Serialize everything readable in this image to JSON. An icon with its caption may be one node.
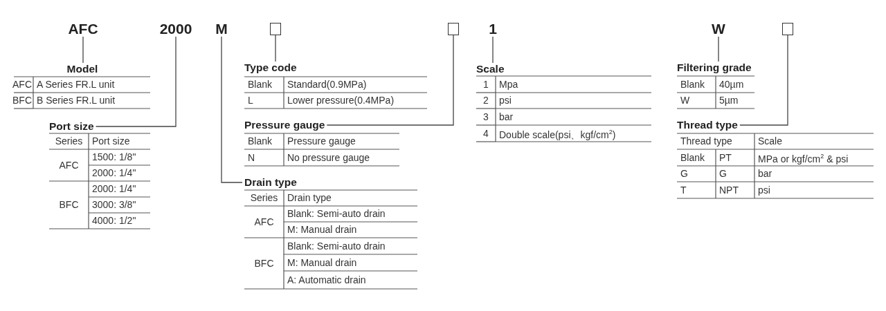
{
  "diagram": {
    "nodes": [
      {
        "text": [
          "AFC"
        ]
      },
      {
        "text": [
          "2000"
        ]
      },
      {
        "text": [
          "M"
        ]
      },
      {
        "text": [],
        "shape": "box"
      },
      {
        "text": [],
        "shape": "box"
      },
      {
        "text": [
          "1"
        ]
      },
      {
        "text": [
          "W"
        ]
      },
      {
        "text": [],
        "shape": "box"
      },
      {
        "text": [
          "Model"
        ]
      },
      {
        "text": [
          "Port size"
        ]
      },
      {
        "text": [
          "Type code"
        ]
      },
      {
        "text": [
          "Pressure gauge"
        ]
      },
      {
        "text": [
          "Drain type"
        ]
      },
      {
        "text": [
          "Scale"
        ]
      },
      {
        "text": [
          "Filtering grade"
        ]
      },
      {
        "text": [
          "Thread type"
        ]
      }
    ],
    "edges": [
      {
        "from": 0,
        "to": 8,
        "arrow": "none"
      },
      {
        "from": 1,
        "to": 9,
        "arrow": "none"
      },
      {
        "from": 2,
        "to": 12,
        "arrow": "none"
      },
      {
        "from": 3,
        "to": 10,
        "arrow": "none"
      },
      {
        "from": 4,
        "to": 11,
        "arrow": "none"
      },
      {
        "from": 5,
        "to": 13,
        "arrow": "none"
      },
      {
        "from": 6,
        "to": 14,
        "arrow": "none"
      },
      {
        "from": 7,
        "to": 15,
        "arrow": "none"
      }
    ],
    "labels": [
      "AFC",
      "A Series FR.L unit",
      "BFC",
      "B Series FR.L unit",
      "Series",
      "Port size",
      "AFC",
      "1500: 1/8\"",
      "2000: 1/4\"",
      "BFC",
      "2000: 1/4\"",
      "3000: 3/8\"",
      "4000: 1/2\"",
      "Blank",
      "Standard(0.9MPa)",
      "L",
      "Lower pressure(0.4MPa)",
      "Blank",
      "Pressure gauge",
      "N",
      "No pressure gauge",
      "Series",
      "Drain type",
      "AFC",
      "Blank: Semi-auto drain",
      "M: Manual drain",
      "BFC",
      "Blank: Semi-auto drain",
      "M: Manual drain",
      "A: Automatic drain",
      "1",
      "Mpa",
      "2",
      "psi",
      "3",
      "bar",
      "4",
      "Double scale(psi、kgf/cm$^{2}$)",
      "Blank",
      "40µm",
      "W",
      "5µm",
      "Thread type",
      "Scale",
      "Blank",
      "PT",
      "MPa or kgf/cm$^{2}$ & psi",
      "G",
      "G",
      "bar",
      "T",
      "NPT",
      "psi"
    ]
  }
}
